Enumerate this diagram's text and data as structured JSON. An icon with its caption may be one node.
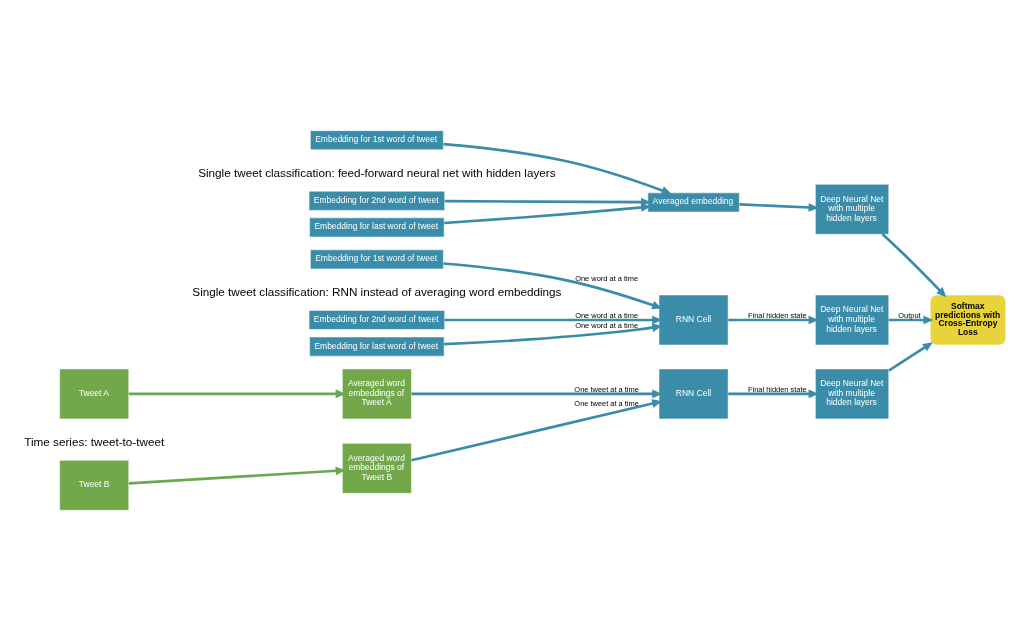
{
  "diagram": {
    "nodes": [
      {
        "text": [
          "Embedding for 1st word of tweet"
        ]
      },
      {
        "text": [
          "Embedding for 2nd word of tweet"
        ]
      },
      {
        "text": [
          "Embedding for last word of tweet"
        ]
      },
      {
        "text": [
          "Averaged embedding"
        ]
      },
      {
        "text": [
          "Deep Neural Net with multiple hidden layers"
        ]
      },
      {
        "text": [
          "Embedding for 1st word of tweet"
        ]
      },
      {
        "text": [
          "Embedding for 2nd word of tweet"
        ]
      },
      {
        "text": [
          "Embedding for last word of tweet"
        ]
      },
      {
        "text": [
          "RNN Cell"
        ]
      },
      {
        "text": [
          "Deep Neural Net with multiple hidden layers"
        ]
      },
      {
        "text": [
          "Softmax predictions with Cross-Entropy Loss"
        ]
      },
      {
        "text": [
          "Tweet A"
        ]
      },
      {
        "text": [
          "Tweet B"
        ]
      },
      {
        "text": [
          "Averaged word embeddings of Tweet A"
        ]
      },
      {
        "text": [
          "Averaged word embeddings of Tweet B"
        ]
      },
      {
        "text": [
          "RNN Cell"
        ]
      },
      {
        "text": [
          "Deep Neural Net with multiple hidden layers"
        ]
      }
    ],
    "edges": [
      {
        "from": 0,
        "to": 3,
        "arrow": "to"
      },
      {
        "from": 1,
        "to": 3,
        "arrow": "to"
      },
      {
        "from": 2,
        "to": 3,
        "arrow": "to"
      },
      {
        "from": 3,
        "to": 4,
        "arrow": "to"
      },
      {
        "from": 4,
        "to": 10,
        "arrow": "to"
      },
      {
        "from": 5,
        "to": 8,
        "arrow": "to",
        "label": "One word at a time"
      },
      {
        "from": 6,
        "to": 8,
        "arrow": "to",
        "label": "One word at a time"
      },
      {
        "from": 7,
        "to": 8,
        "arrow": "to",
        "label": "One word at a time"
      },
      {
        "from": 8,
        "to": 9,
        "arrow": "to",
        "label": "Final hidden state"
      },
      {
        "from": 9,
        "to": 10,
        "arrow": "to",
        "label": "Output"
      },
      {
        "from": 11,
        "to": 13,
        "arrow": "to",
        "color": "#6aa84f"
      },
      {
        "from": 12,
        "to": 14,
        "arrow": "to",
        "color": "#6aa84f"
      },
      {
        "from": 13,
        "to": 15,
        "arrow": "to",
        "label": "One tweet at a time"
      },
      {
        "from": 14,
        "to": 15,
        "arrow": "to",
        "label": "One tweet at a time"
      },
      {
        "from": 15,
        "to": 16,
        "arrow": "to",
        "label": "Final hidden state"
      },
      {
        "from": 16,
        "to": 10,
        "arrow": "to"
      }
    ],
    "labels": [
      "Single tweet classification: feed-forward neural net with hidden layers",
      "Single tweet classification: RNN instead of averaging word embeddings",
      "Time series: tweet-to-tweet"
    ]
  }
}
